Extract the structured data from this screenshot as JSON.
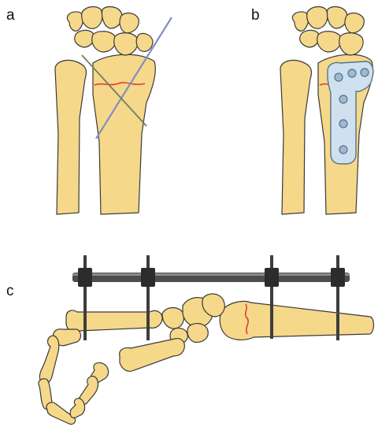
{
  "panels": [
    {
      "id": "a",
      "label": "a"
    },
    {
      "id": "b",
      "label": "b"
    },
    {
      "id": "c",
      "label": "c"
    }
  ],
  "colors": {
    "bone_fill": "#f5d889",
    "bone_stroke": "#3a3a3a",
    "fracture_line": "#e53b3b",
    "k_wire": "#7f8fc4",
    "k_wire_secondary": "#6e8062",
    "plate_fill": "#cfe1ef",
    "plate_stroke": "#58708a",
    "fixator_rod": "#4d4d4d",
    "fixator_clamp": "#2c2c2c",
    "pin": "#3d3d3d",
    "background": "#ffffff",
    "label_text": "#111111"
  },
  "icons": {
    "panel_a": "wrist-k-wire-fixation-icon",
    "panel_b": "wrist-volar-plate-fixation-icon",
    "panel_c": "external-fixator-hand-icon"
  }
}
